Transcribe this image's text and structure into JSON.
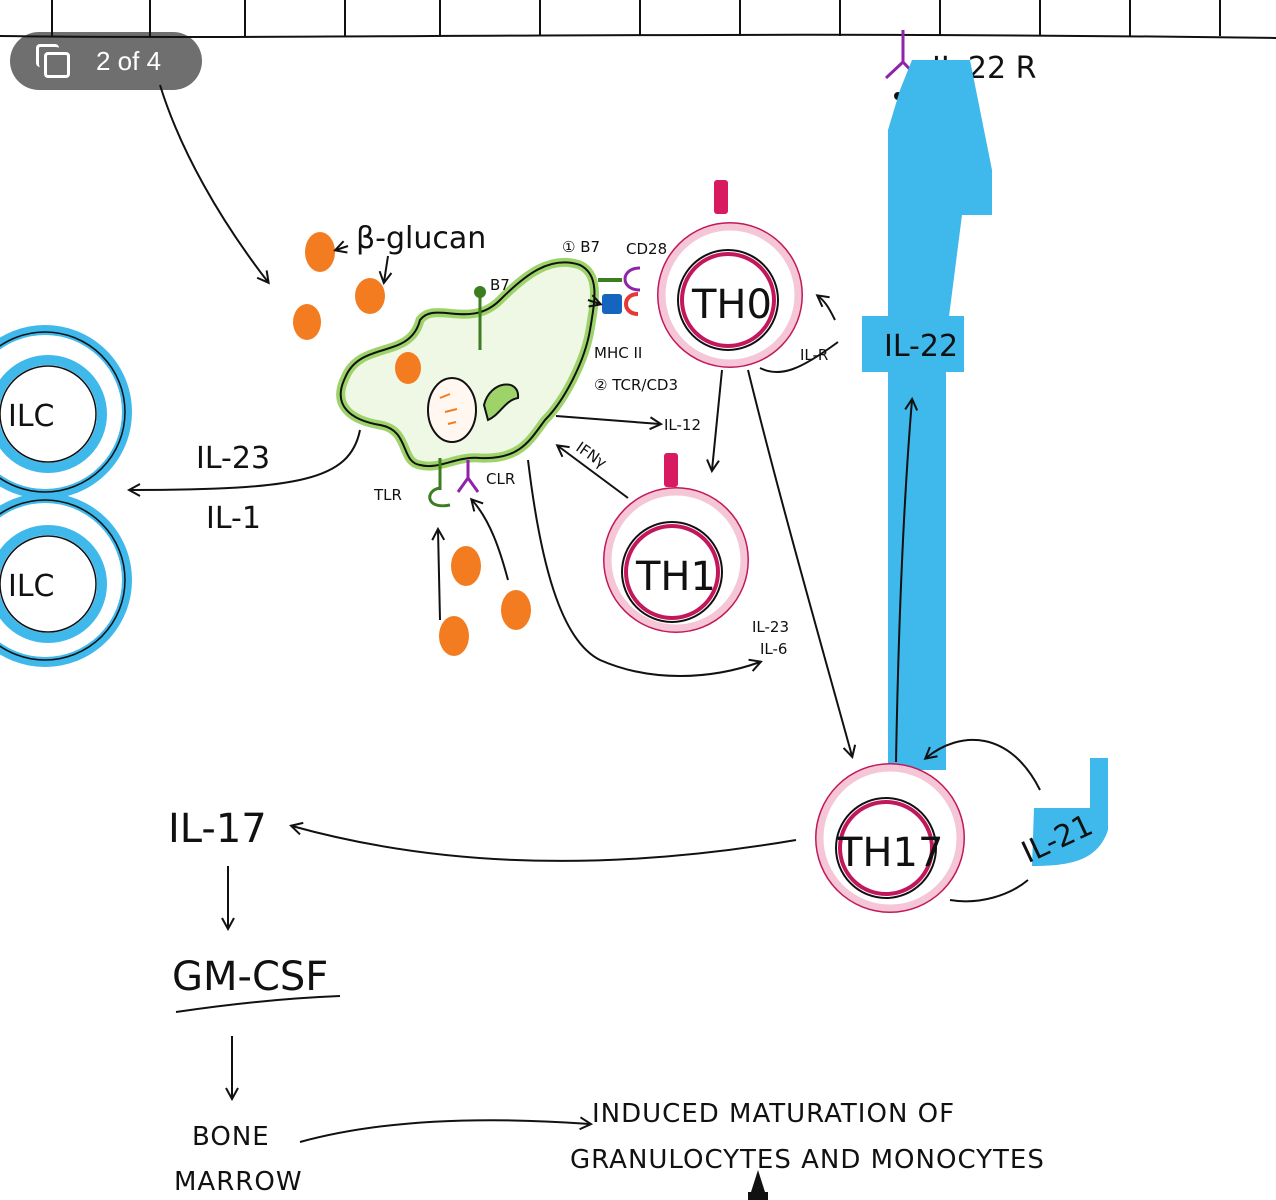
{
  "viewer": {
    "page_counter": "2 of 4",
    "icon": "copy-pages-icon"
  },
  "diagram": {
    "receptor_top": "IL-22 R",
    "beta_glucan": "β-glucan",
    "b7_surface": "B7",
    "b7_step": "① B7",
    "cd28": "CD28",
    "mhc": "MHC II",
    "tcr": "② TCR/CD3",
    "il12": "IL-12",
    "ifn": "IFNγ",
    "tlr": "TLR",
    "clr": "CLR",
    "il23_left": "IL-23",
    "il1": "IL-1",
    "ilc_top": "ILC",
    "ilc_bottom": "ILC",
    "th0": "TH0",
    "th1": "TH1",
    "th17": "TH17",
    "il2r": "IL-R",
    "il23_right": "IL-23",
    "il6": "IL-6",
    "il22": "IL-22",
    "il21": "IL-21",
    "il17": "IL-17",
    "gmcsf": "GM-CSF",
    "bone": "BONE",
    "marrow": "MARROW",
    "outcome_line1": "INDUCED  MATURATION   OF",
    "outcome_line2": "GRANULOCYTES AND MONOCYTES"
  },
  "colors": {
    "ilc_blue": "#3fb8ec",
    "tcell_pink": "#c2185b",
    "apc_green": "#9ed36a",
    "fungus_orange": "#f47c20",
    "mhc_blue": "#1565c0",
    "receptor_purple": "#8e24aa"
  }
}
